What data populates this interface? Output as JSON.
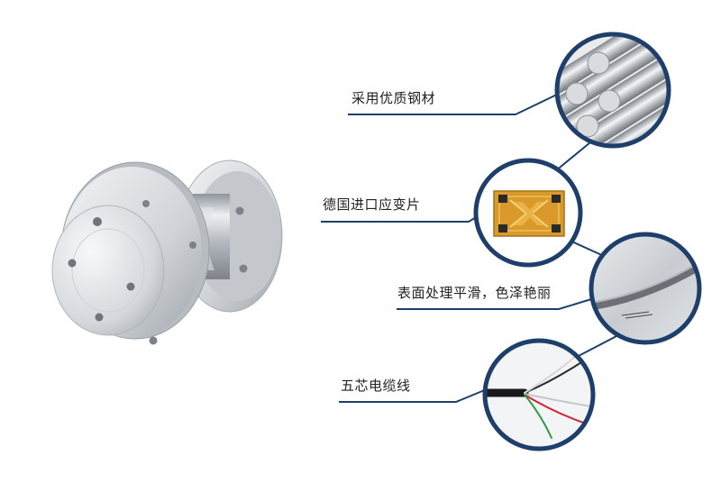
{
  "features": [
    {
      "id": "steel",
      "label": "采用优质钢材",
      "icon": "steel-rods-photo"
    },
    {
      "id": "strain",
      "label": "德国进口应变片",
      "icon": "strain-gauge-photo"
    },
    {
      "id": "surface",
      "label": "表面处理平滑，色泽艳丽",
      "icon": "polished-surface-photo"
    },
    {
      "id": "cable",
      "label": "五芯电缆线",
      "icon": "five-core-cable-photo"
    }
  ],
  "product": {
    "icon": "load-cell-sensor-photo"
  },
  "colors": {
    "accent": "#1f3f6b",
    "label_text": "#222222",
    "steel": "#c9ccd0",
    "strain_gauge": "#d99a2b"
  }
}
